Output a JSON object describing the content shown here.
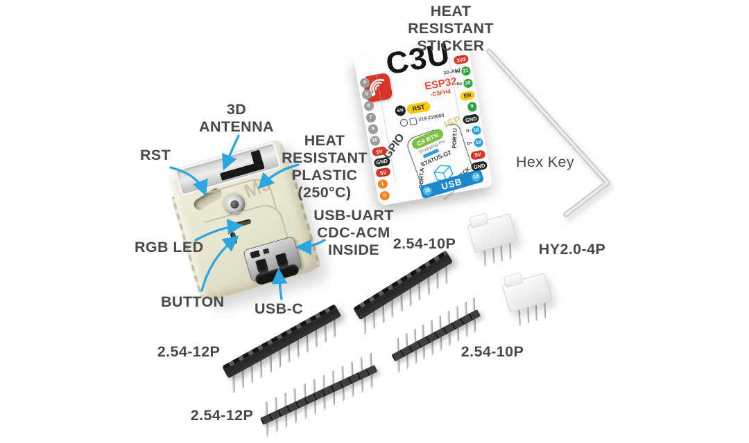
{
  "colors": {
    "arrow": "#2ba6df",
    "label_text": "#48484a",
    "board_beige": "#e8e5ce",
    "sticker_red": "#d7342a",
    "pill_green": "#33a23c",
    "pill_green_light": "#7cc142",
    "pill_yellow": "#f6c915",
    "pill_blue": "#2aa3dc",
    "pill_orange": "#f58220",
    "usb_badge_blue": "#1d87cb",
    "isp_tan": "#e4c57c",
    "m5_cube_blue": "#3ab4e4"
  },
  "annotations": {
    "labels": [
      {
        "id": "heat-resistant-sticker",
        "ctr": true,
        "lines": [
          "HEAT",
          "RESISTANT",
          "STICKER"
        ]
      },
      {
        "id": "antenna-3d",
        "ctr": true,
        "lines": [
          "3D",
          "ANTENNA"
        ]
      },
      {
        "id": "rst",
        "ctr": false,
        "lines": [
          "RST"
        ]
      },
      {
        "id": "heat-resistant-plastic",
        "ctr": true,
        "lines": [
          "HEAT",
          "RESISTANT",
          "PLASTIC",
          "(250°C)"
        ]
      },
      {
        "id": "usb-uart",
        "ctr": true,
        "lines": [
          "USB-UART",
          "CDC-ACM",
          "INSIDE"
        ]
      },
      {
        "id": "rgb-led",
        "ctr": false,
        "lines": [
          "RGB LED"
        ]
      },
      {
        "id": "button",
        "ctr": false,
        "lines": [
          "BUTTON"
        ]
      },
      {
        "id": "usb-c",
        "ctr": false,
        "lines": [
          "USB-C"
        ]
      },
      {
        "id": "header-10p-top",
        "ctr": true,
        "lines": [
          "2.54-10P"
        ]
      },
      {
        "id": "hy2-4p",
        "ctr": true,
        "lines": [
          "HY2.0-4P"
        ]
      },
      {
        "id": "hex-key",
        "ctr": true,
        "lines": [
          "Hex Key"
        ]
      },
      {
        "id": "header-12p-left",
        "ctr": true,
        "lines": [
          "2.54-12P"
        ]
      },
      {
        "id": "header-10p-bottom",
        "ctr": true,
        "lines": [
          "2.54-10P"
        ]
      },
      {
        "id": "header-12p-bottom",
        "ctr": true,
        "lines": [
          "2.54-12P"
        ]
      }
    ]
  },
  "board": {
    "emboss": "M5"
  },
  "sticker": {
    "title": "C3U",
    "subtitle": "3D-ANT",
    "chip": "ESP32",
    "chip_variant": "-C3FH4",
    "en_label": "EN",
    "rst_label": "RST",
    "cert_number": "219-219060",
    "gpio_label": "GPIO",
    "isp_label": "ISP",
    "btn_label": "G9 BTN",
    "strapping_label": "Strapping Pin",
    "status_label": "STATUS-G2",
    "brand": "M5STACK",
    "brand_sub": "M5Stack Technology Co.Ltd",
    "port_a_label": "PORT.A",
    "port_u_label": "PORT.U",
    "usb_label": "USB",
    "usb_left_pin": "18",
    "usb_right_pin": "19",
    "left_pins": [
      {
        "t": "4",
        "k": "gray"
      },
      {
        "t": "5",
        "k": "gray"
      },
      {
        "t": "6",
        "k": "gray"
      },
      {
        "t": "7",
        "k": "gray"
      },
      {
        "t": "8",
        "k": "gray"
      },
      {
        "t": "10",
        "k": "gray"
      },
      {
        "t": "5V",
        "k": "red"
      },
      {
        "t": "GND",
        "k": "black"
      },
      {
        "t": "5V",
        "k": "red"
      },
      {
        "t": "1",
        "k": "orange"
      },
      {
        "t": "0",
        "k": "orange"
      }
    ],
    "right_pins": [
      {
        "t": "3V3",
        "k": "red"
      },
      {
        "p": "Tx",
        "t": "21",
        "k": "green"
      },
      {
        "p": "Rx",
        "t": "20",
        "k": "green"
      },
      {
        "t": "EN",
        "k": "yellow"
      },
      {
        "t": "9",
        "k": "green"
      },
      {
        "t": "GND",
        "k": "black"
      },
      {
        "p": "D-",
        "t": "18",
        "k": "blue"
      },
      {
        "p": "D+",
        "t": "19",
        "k": "blue"
      },
      {
        "t": "5V",
        "k": "red"
      },
      {
        "t": "GND",
        "k": "black"
      }
    ]
  },
  "parts": {
    "headers": [
      {
        "id": "f10",
        "type": "female",
        "pins": 10
      },
      {
        "id": "f12",
        "type": "female",
        "pins": 12
      },
      {
        "id": "m10",
        "type": "male",
        "pins": 10
      },
      {
        "id": "m12",
        "type": "male",
        "pins": 12
      }
    ],
    "connectors": [
      {
        "id": "hy1",
        "pins": 4
      },
      {
        "id": "hy2",
        "pins": 4
      }
    ]
  }
}
